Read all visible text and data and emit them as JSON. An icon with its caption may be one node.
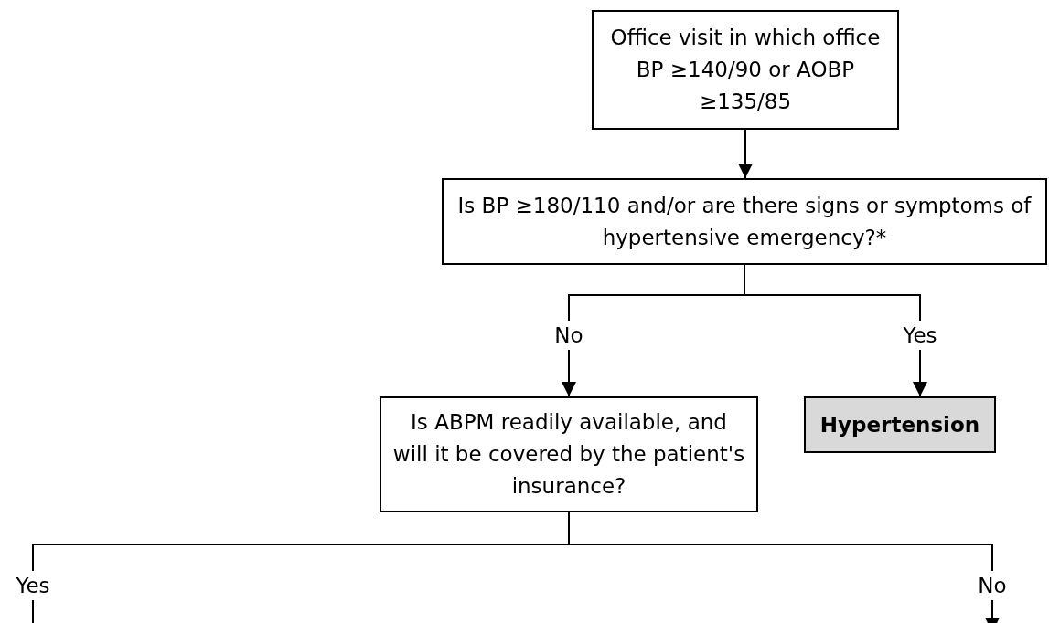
{
  "diagram": {
    "nodes": [
      {
        "text": [
          "Office visit in which office BP ≥140/90 or AOBP ≥135/85"
        ]
      },
      {
        "text": [
          "Is BP ≥180/110 and/or are there signs or symptoms of hypertensive emergency?*"
        ]
      },
      {
        "text": [
          "No"
        ]
      },
      {
        "text": [
          "Yes"
        ]
      },
      {
        "text": [
          "Is ABPM readily available, and will it be covered by the patient's insurance?"
        ]
      },
      {
        "text": [
          "Hypertension"
        ]
      },
      {
        "text": [
          "Yes"
        ]
      },
      {
        "text": [
          "No"
        ]
      }
    ],
    "edges": [
      {
        "from": 0,
        "to": 1,
        "arrow": "to"
      },
      {
        "from": 1,
        "to": 2,
        "arrow": "none"
      },
      {
        "from": 1,
        "to": 3,
        "arrow": "none"
      },
      {
        "from": 2,
        "to": 4,
        "arrow": "to"
      },
      {
        "from": 3,
        "to": 5,
        "arrow": "to"
      },
      {
        "from": 4,
        "to": 6,
        "arrow": "none"
      },
      {
        "from": 4,
        "to": 7,
        "arrow": "none"
      },
      {
        "from": 6,
        "to": null,
        "arrow": "none"
      },
      {
        "from": 7,
        "to": null,
        "arrow": "to"
      }
    ]
  }
}
